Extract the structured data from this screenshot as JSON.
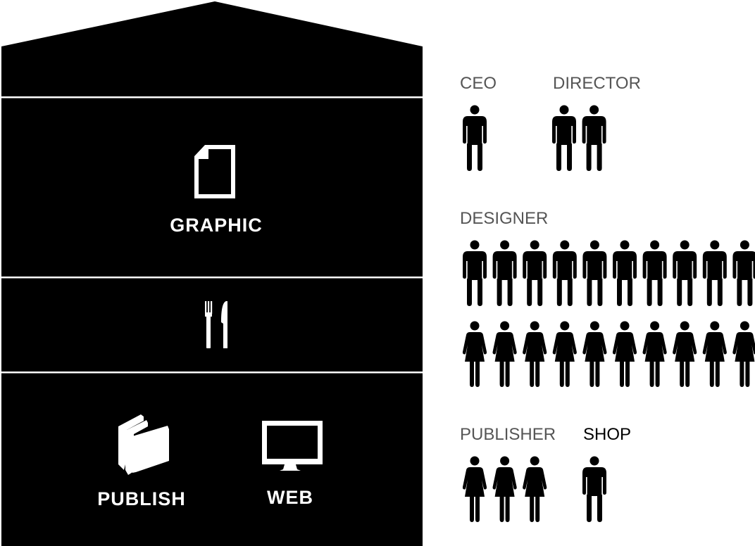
{
  "house": {
    "sections": [
      {
        "id": "roof"
      },
      {
        "id": "graphic",
        "label": "GRAPHIC",
        "icon": "document-icon"
      },
      {
        "id": "dining",
        "icon": "fork-knife-icon"
      },
      {
        "id": "bottom",
        "items": [
          {
            "label": "PUBLISH",
            "icon": "books-icon"
          },
          {
            "label": "WEB",
            "icon": "monitor-icon"
          }
        ]
      }
    ]
  },
  "staff": {
    "ceo": {
      "label": "CEO",
      "men": 1,
      "women": 0
    },
    "director": {
      "label": "DIRECTOR",
      "men": 2,
      "women": 0
    },
    "designer": {
      "label": "DESIGNER",
      "men": 10,
      "women": 10
    },
    "publisher": {
      "label": "PUBLISHER",
      "men": 0,
      "women": 3
    },
    "shop": {
      "label": "SHOP",
      "men": 1,
      "women": 0
    }
  },
  "colors": {
    "house": "#000000",
    "label": "#555555",
    "shop_label": "#000000"
  }
}
